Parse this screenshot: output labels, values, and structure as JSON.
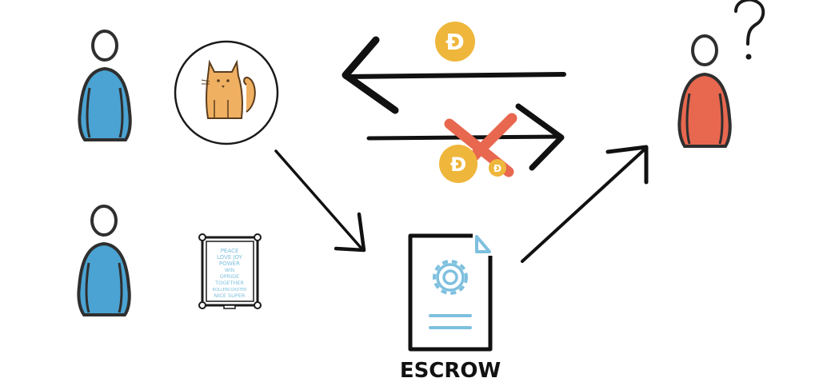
{
  "diagram": {
    "title": "NFT escrow trade",
    "actors": [
      {
        "id": "seller-top",
        "role": "NFT owner (cat)",
        "color": "#4aa3d2"
      },
      {
        "id": "seller-bottom",
        "role": "NFT owner (poster)",
        "color": "#4aa3d2"
      },
      {
        "id": "buyer",
        "role": "Buyer",
        "color": "#e8674f",
        "thought": "?"
      }
    ],
    "assets": {
      "cat_nft": "cat-nft",
      "poster_nft": {
        "lines": [
          "PEACE",
          "LOVE JOY",
          "POWER",
          "WIN",
          "OPRIDE",
          "TOGETHER",
          "ROLLERCOASTER",
          "NICE SUPER"
        ]
      }
    },
    "coins": {
      "symbol": "Đ",
      "color": "#efb63c"
    },
    "cross_color": "#e8674f",
    "escrow": {
      "label": "ESCROW",
      "accent": "#7ec0de"
    }
  }
}
